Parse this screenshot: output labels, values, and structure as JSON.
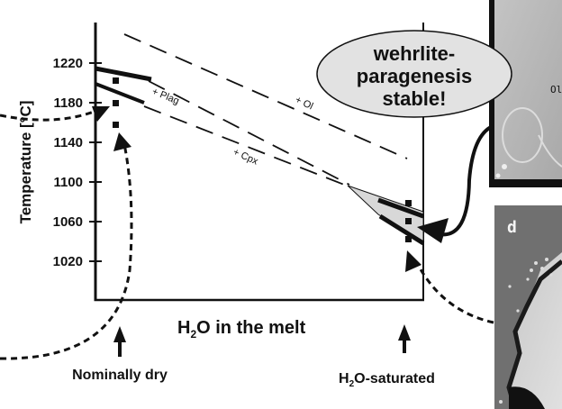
{
  "diagram": {
    "y_axis": {
      "title": "Temperature [°C]",
      "ticks": [
        1220,
        1180,
        1140,
        1100,
        1060,
        1020
      ],
      "range": [
        990,
        1270
      ]
    },
    "x_axis": {
      "title_main": "H",
      "title_sub": "2",
      "title_rest": "O in the melt"
    },
    "conditions": {
      "dry": {
        "label": "Nominally dry"
      },
      "saturated": {
        "label_main": "H",
        "label_sub": "2",
        "label_rest": "O-saturated"
      }
    },
    "phase_boundaries": [
      {
        "label": "+ Plag"
      },
      {
        "label": "+ Ol"
      },
      {
        "label": "+ Cpx"
      }
    ],
    "bubble": {
      "lines": [
        "wehrlite-",
        "paragenesis",
        "stable!"
      ]
    },
    "photos": {
      "top_side_text": "Ol-",
      "bottom_label": "d"
    },
    "colors": {
      "ink": "#111111",
      "bubble_fill": "#e2e2e2",
      "field_fill": "#d8d8d8",
      "photo_top": "#b8b8b8",
      "photo_bottom": "#6f6f6f"
    }
  }
}
